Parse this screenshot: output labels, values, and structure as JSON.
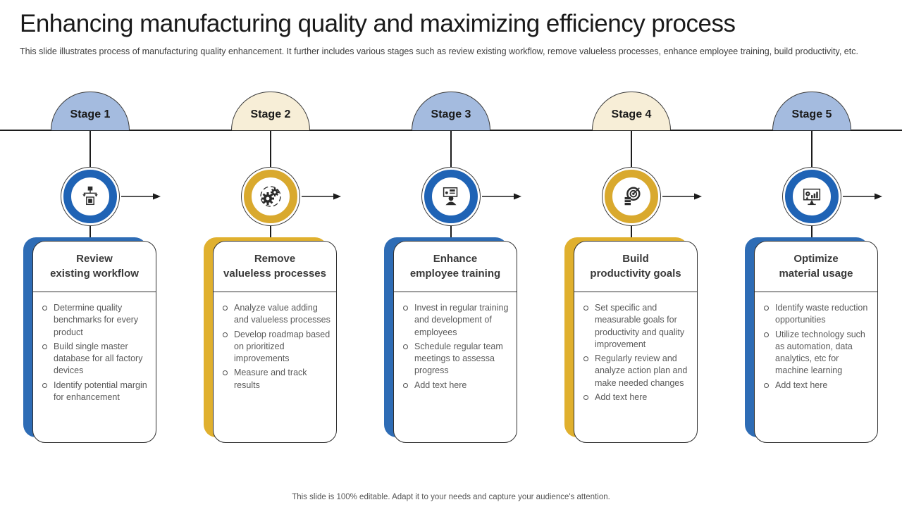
{
  "title": "Enhancing manufacturing quality and maximizing efficiency process",
  "subtitle": "This slide illustrates process of manufacturing quality enhancement. It further includes various stages such as review existing workflow, remove valueless processes, enhance employee training, build productivity, etc.",
  "footer": "This slide is 100% editable. Adapt it to your needs and capture your audience's attention.",
  "colors": {
    "ring_blue": "#1f63b5",
    "ring_gold": "#d9a92e",
    "dome_blue": "#a4bbdf",
    "dome_cream": "#f7eed7",
    "accent_blue": "#2e6cb5",
    "accent_gold": "#e0b02e"
  },
  "stages": [
    {
      "label": "Stage 1",
      "theme": "blue",
      "icon": "workflow-icon",
      "title_top": "Review",
      "title_bottom": "existing workflow",
      "bullets": [
        "Determine quality benchmarks for every product",
        "Build single master database for all factory devices",
        "Identify potential margin for enhancement"
      ]
    },
    {
      "label": "Stage 2",
      "theme": "gold",
      "icon": "gears-icon",
      "title_top": "Remove",
      "title_bottom": "valueless processes",
      "bullets": [
        "Analyze value adding and valueless processes",
        "Develop roadmap based on prioritized improvements",
        "Measure and track results"
      ]
    },
    {
      "label": "Stage 3",
      "theme": "blue",
      "icon": "training-icon",
      "title_top": "Enhance",
      "title_bottom": "employee training",
      "bullets": [
        "Invest in regular training and development of employees",
        "Schedule regular team meetings to assessa progress",
        "Add text here"
      ]
    },
    {
      "label": "Stage 4",
      "theme": "gold",
      "icon": "target-icon",
      "title_top": "Build",
      "title_bottom": "productivity goals",
      "bullets": [
        "Set specific and measurable goals for productivity and quality improvement",
        "Regularly review and analyze action plan and make needed changes",
        "Add text here"
      ]
    },
    {
      "label": "Stage 5",
      "theme": "blue",
      "icon": "analytics-icon",
      "title_top": "Optimize",
      "title_bottom": "material usage",
      "bullets": [
        "Identify waste reduction opportunities",
        "Utilize technology such as automation, data analytics, etc for machine learning",
        "Add text here"
      ]
    }
  ]
}
